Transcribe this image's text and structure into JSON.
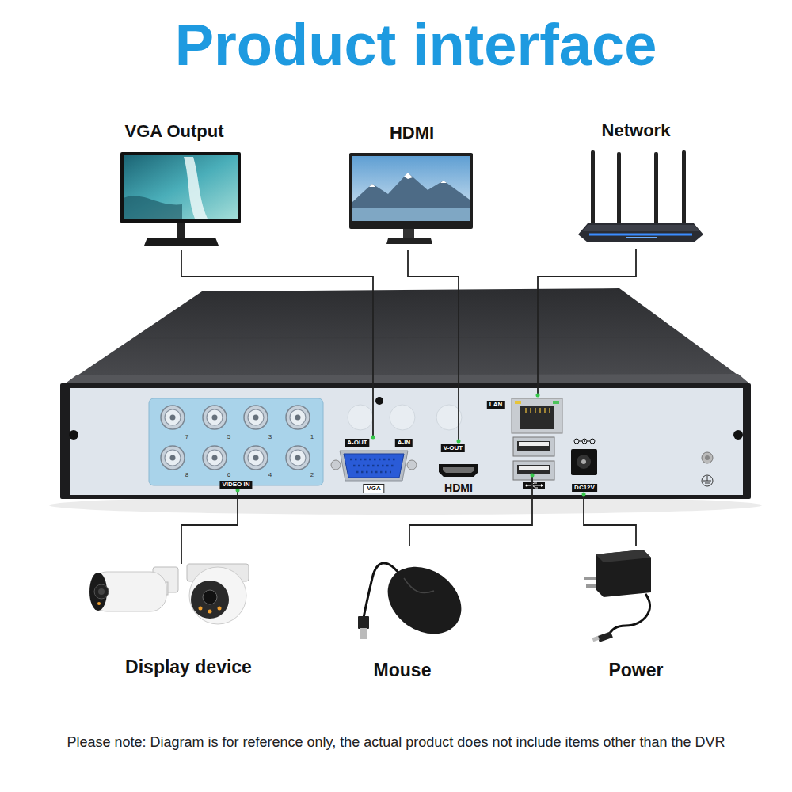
{
  "diagram": {
    "title": "Product interface",
    "caption": "Please note: Diagram is for reference only, the actual product does not include items other than the DVR",
    "nodes": [
      {
        "text": [
          "VGA Output"
        ]
      },
      {
        "text": [
          "HDMI"
        ]
      },
      {
        "text": [
          "Network"
        ]
      },
      {
        "text": [
          "7",
          "5",
          "3",
          "1",
          "8",
          "6",
          "4",
          "2",
          "VIDEO IN"
        ]
      },
      {
        "text": [
          "A-OUT",
          "A-IN",
          "VGA"
        ]
      },
      {
        "text": [
          "V-OUT",
          "HDMI"
        ]
      },
      {
        "text": [
          "LAN"
        ]
      },
      {
        "text": [
          "DC12V"
        ]
      },
      {
        "text": [
          "Display device"
        ]
      },
      {
        "text": [
          "Mouse"
        ]
      },
      {
        "text": [
          "Power"
        ]
      }
    ],
    "edges": [
      {
        "from": 0,
        "to": 4,
        "arrow": "none"
      },
      {
        "from": 1,
        "to": 5,
        "arrow": "none"
      },
      {
        "from": 2,
        "to": 6,
        "arrow": "none"
      },
      {
        "from": 8,
        "to": 3,
        "arrow": "none"
      },
      {
        "from": 10,
        "to": 7,
        "arrow": "none"
      }
    ]
  }
}
